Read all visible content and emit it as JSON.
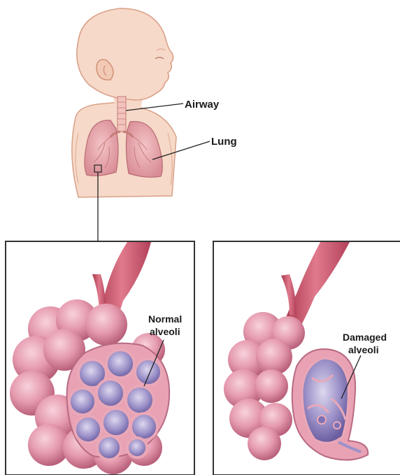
{
  "labels": {
    "airway": "Airway",
    "lung": "Lung",
    "normal_line1": "Normal",
    "normal_line2": "alveoli",
    "damaged_line1": "Damaged",
    "damaged_line2": "alveoli"
  },
  "colors": {
    "skin": "#f7dccb",
    "skin_outline": "#d8a48a",
    "lung": "#e8a0a8",
    "alveoli_outer": "#e79aae",
    "alveoli_inner": "#9b8fc6",
    "vessel": "#c94f63",
    "frame": "#333333"
  }
}
